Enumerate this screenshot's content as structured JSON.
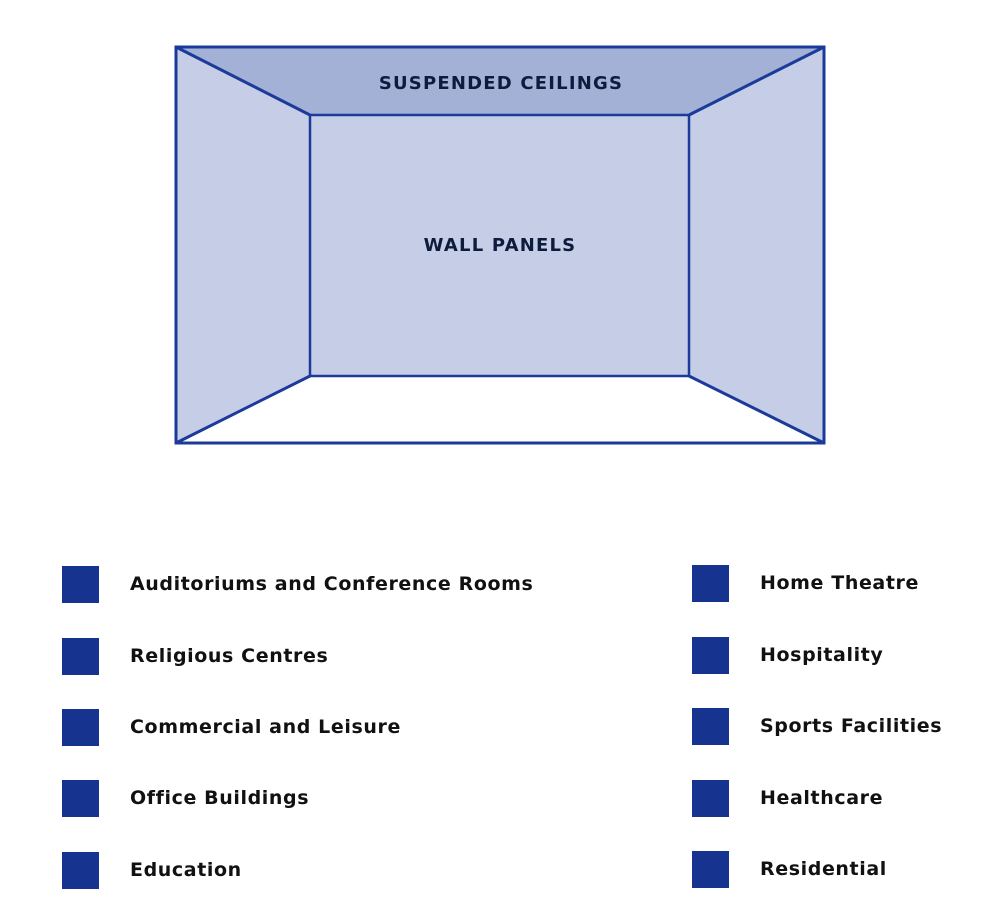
{
  "colors": {
    "outline": "#1b3a9a",
    "ceiling_fill": "#a3b1d6",
    "wall_fill": "#c5cee6",
    "floor_fill": "#ffffff",
    "swatch": "#16348f"
  },
  "diagram": {
    "ceiling_label": "SUSPENDED CEILINGS",
    "back_wall_label": "WALL PANELS"
  },
  "legend": {
    "left": [
      {
        "label": "Auditoriums and Conference Rooms"
      },
      {
        "label": "Religious Centres"
      },
      {
        "label": "Commercial and Leisure"
      },
      {
        "label": "Office Buildings"
      },
      {
        "label": "Education"
      }
    ],
    "right": [
      {
        "label": "Home Theatre"
      },
      {
        "label": "Hospitality"
      },
      {
        "label": "Sports Facilities"
      },
      {
        "label": "Healthcare"
      },
      {
        "label": "Residential"
      }
    ]
  }
}
